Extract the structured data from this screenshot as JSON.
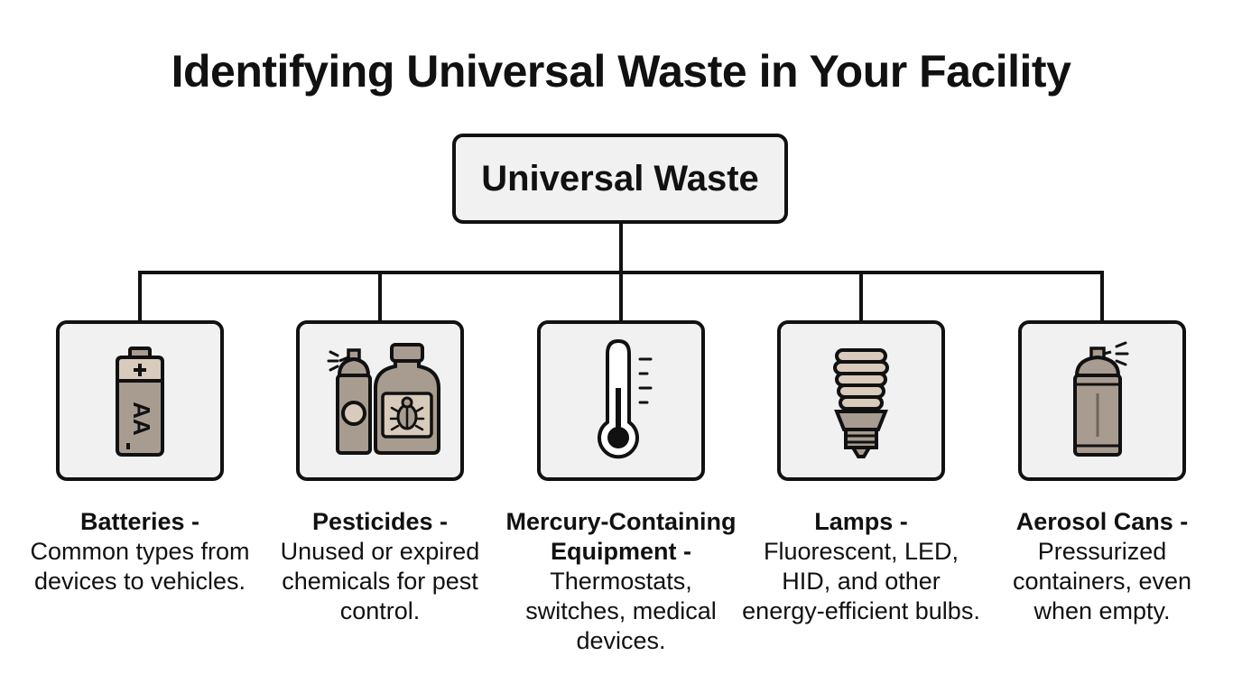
{
  "title": "Identifying Universal Waste in Your Facility",
  "root": {
    "label": "Universal Waste"
  },
  "categories": [
    {
      "name": "Batteries -",
      "desc": "Common types from devices to vehicles.",
      "icon": "battery-icon",
      "icon_text": "AA"
    },
    {
      "name": "Pesticides -",
      "desc": "Unused or expired chemicals for pest control.",
      "icon": "pesticide-containers-icon"
    },
    {
      "name": "Mercury-Containing Equipment -",
      "desc": "Thermostats, switches, medical devices.",
      "icon": "thermometer-icon"
    },
    {
      "name": "Lamps -",
      "desc": "Fluorescent, LED, HID, and other energy-efficient bulbs.",
      "icon": "cfl-bulb-icon"
    },
    {
      "name": "Aerosol Cans -",
      "desc": "Pressurized containers, even when empty.",
      "icon": "aerosol-can-icon"
    }
  ],
  "colors": {
    "stroke": "#111111",
    "box_fill": "#f1f1f1",
    "icon_fill": "#a89c91",
    "icon_fill_light": "#d8cbbb"
  }
}
